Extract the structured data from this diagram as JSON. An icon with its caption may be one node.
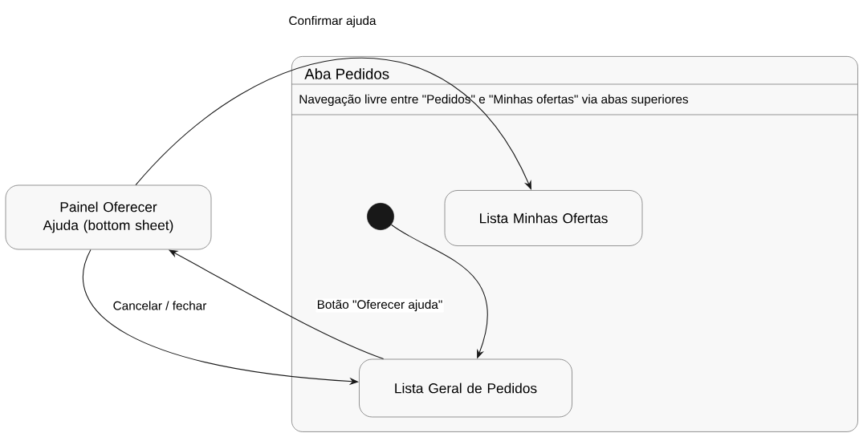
{
  "diagram": {
    "nodes": [
      {
        "text": [
          "Aba Pedidos",
          "Navegação livre entre \"Pedidos\" e \"Minhas ofertas\" via abas superiores"
        ]
      },
      {
        "text": [
          "Painel Oferecer Ajuda (bottom sheet)"
        ]
      },
      {
        "text": [],
        "shape": "circle",
        "in": 0
      },
      {
        "text": [
          "Lista Minhas Ofertas"
        ],
        "in": 0
      },
      {
        "text": [
          "Lista Geral de Pedidos"
        ],
        "in": 0
      }
    ],
    "edges": [
      {
        "from": 2,
        "to": 4,
        "arrow": "to"
      },
      {
        "from": 4,
        "to": 1,
        "arrow": "to",
        "label": "Botão \"Oferecer ajuda\""
      },
      {
        "from": 1,
        "to": 4,
        "arrow": "to",
        "label": "Cancelar / fechar"
      },
      {
        "from": 1,
        "to": 3,
        "arrow": "to",
        "label": "Confirmar ajuda"
      }
    ]
  }
}
